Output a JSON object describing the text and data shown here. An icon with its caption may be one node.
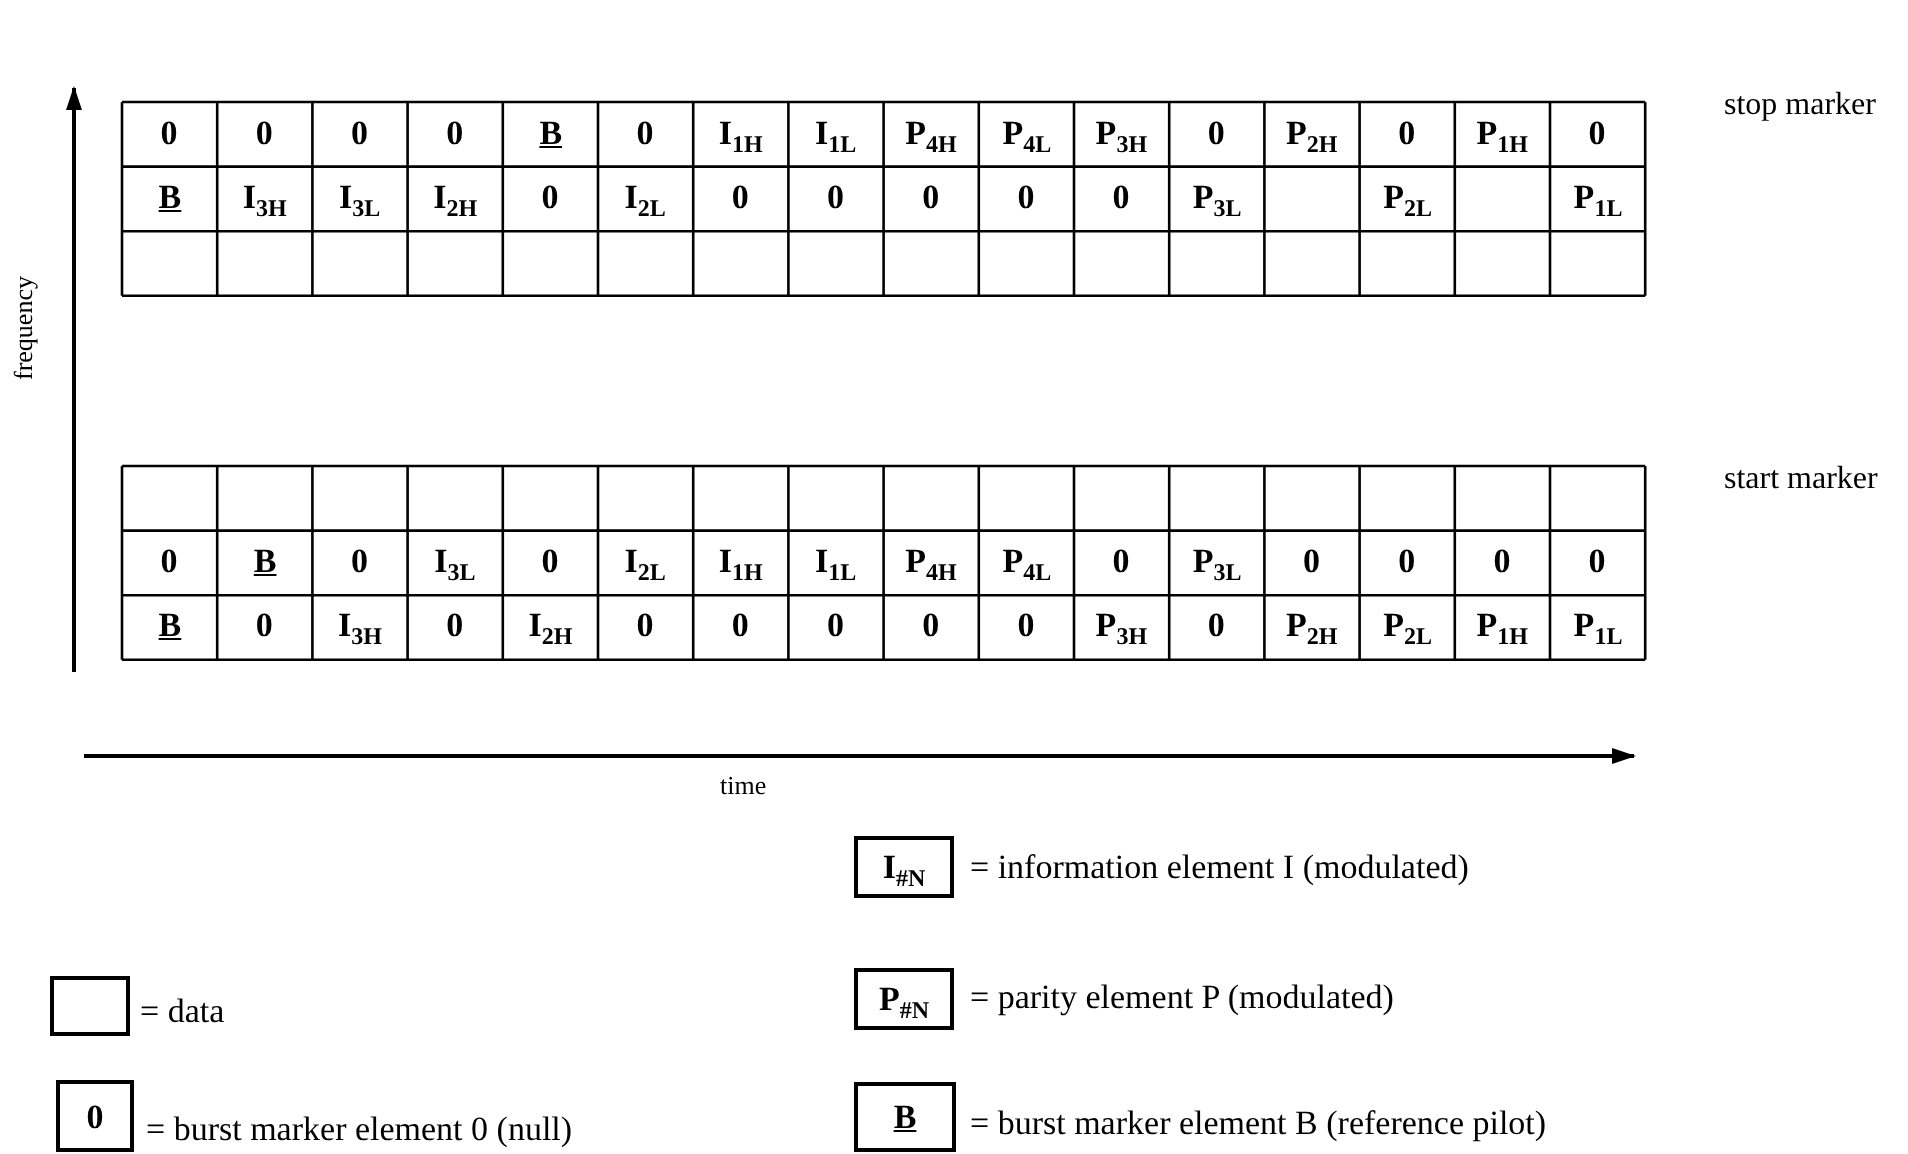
{
  "diagram": {
    "labels": [
      "frequency",
      "0",
      "0",
      "0",
      "0",
      "B",
      "0",
      "I$_{1H}$",
      "I$_{1L}$",
      "P$_{4H}$",
      "P$_{4L}$",
      "P$_{3H}$",
      "0",
      "P$_{2H}$",
      "0",
      "P$_{1H}$",
      "0",
      "B",
      "I$_{3H}$",
      "I$_{3L}$",
      "I$_{2H}$",
      "0",
      "I$_{2L}$",
      "0",
      "0",
      "0",
      "0",
      "0",
      "P$_{3L}$",
      "P$_{2L}$",
      "P$_{1L}$",
      "stop marker",
      "0",
      "B",
      "0",
      "I$_{3L}$",
      "0",
      "I$_{2L}$",
      "I$_{1H}$",
      "I$_{1L}$",
      "P$_{4H}$",
      "P$_{4L}$",
      "0",
      "P$_{3L}$",
      "0",
      "0",
      "0",
      "0",
      "B",
      "0",
      "I$_{3H}$",
      "0",
      "I$_{2H}$",
      "0",
      "0",
      "0",
      "0",
      "0",
      "P$_{3H}$",
      "0",
      "P$_{2H}$",
      "P$_{2L}$",
      "P$_{1H}$",
      "P$_{1L}$",
      "start marker",
      "time",
      "I$_{#N}$",
      "P$_{#N}$",
      "0",
      "B"
    ],
    "legend": [
      {
        "text": "= information element I (modulated)"
      },
      {
        "text": "= data"
      },
      {
        "text": "= parity element P (modulated)"
      },
      {
        "text": "= burst marker element 0 (null)"
      },
      {
        "text": "= burst marker element B (reference pilot)"
      }
    ]
  }
}
